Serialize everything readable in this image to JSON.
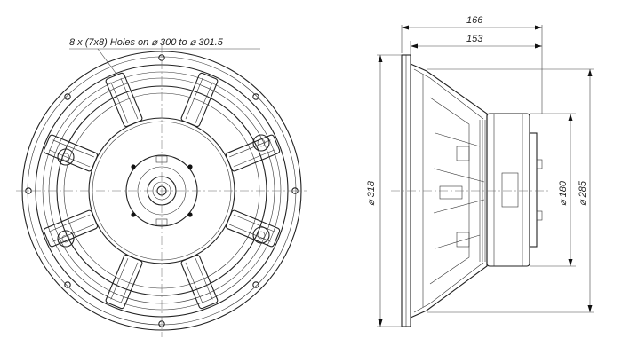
{
  "annotations": {
    "holes_note": "8 x (7x8) Holes on ⌀ 300 to ⌀ 301.5"
  },
  "dimensions": {
    "depth_overall": "166",
    "depth_frame": "153",
    "dia_outer": "⌀ 318",
    "dia_magnet": "⌀ 180",
    "dia_cone": "⌀ 285"
  },
  "colors": {
    "line": "#222222",
    "background": "#ffffff"
  }
}
